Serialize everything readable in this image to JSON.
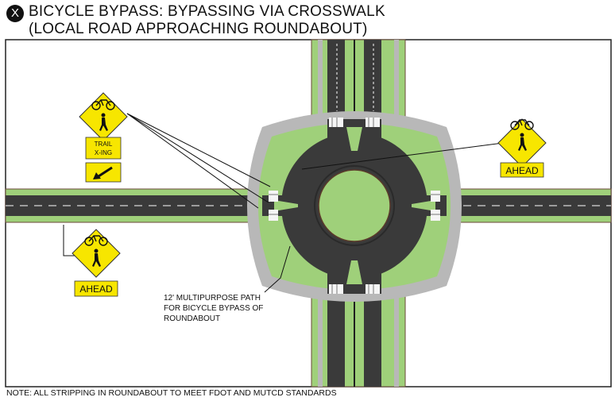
{
  "header": {
    "badge": "X",
    "title_line1": "BICYCLE BYPASS: BYPASSING VIA CROSSWALK",
    "title_line2": "(LOCAL ROAD APPROACHING ROUNDABOUT)"
  },
  "signs": {
    "left_top_text_1": "TRAIL",
    "left_top_text_2": "X-ING",
    "right_plaque": "AHEAD",
    "left_bottom_plaque": "AHEAD"
  },
  "callout": {
    "line1": "12' MULTIPURPOSE PATH",
    "line2": "FOR BICYCLE BYPASS OF",
    "line3": "ROUNDABOUT"
  },
  "note": "NOTE: ALL STRIPPING IN  ROUNDABOUT TO MEET FDOT AND MUTCD STANDARDS",
  "colors": {
    "asphalt": "#3a3a3a",
    "grass": "#9fd07a",
    "sidewalk": "#b8b8b8",
    "sign_yellow": "#f7e600",
    "curb": "#7a4a3a"
  }
}
